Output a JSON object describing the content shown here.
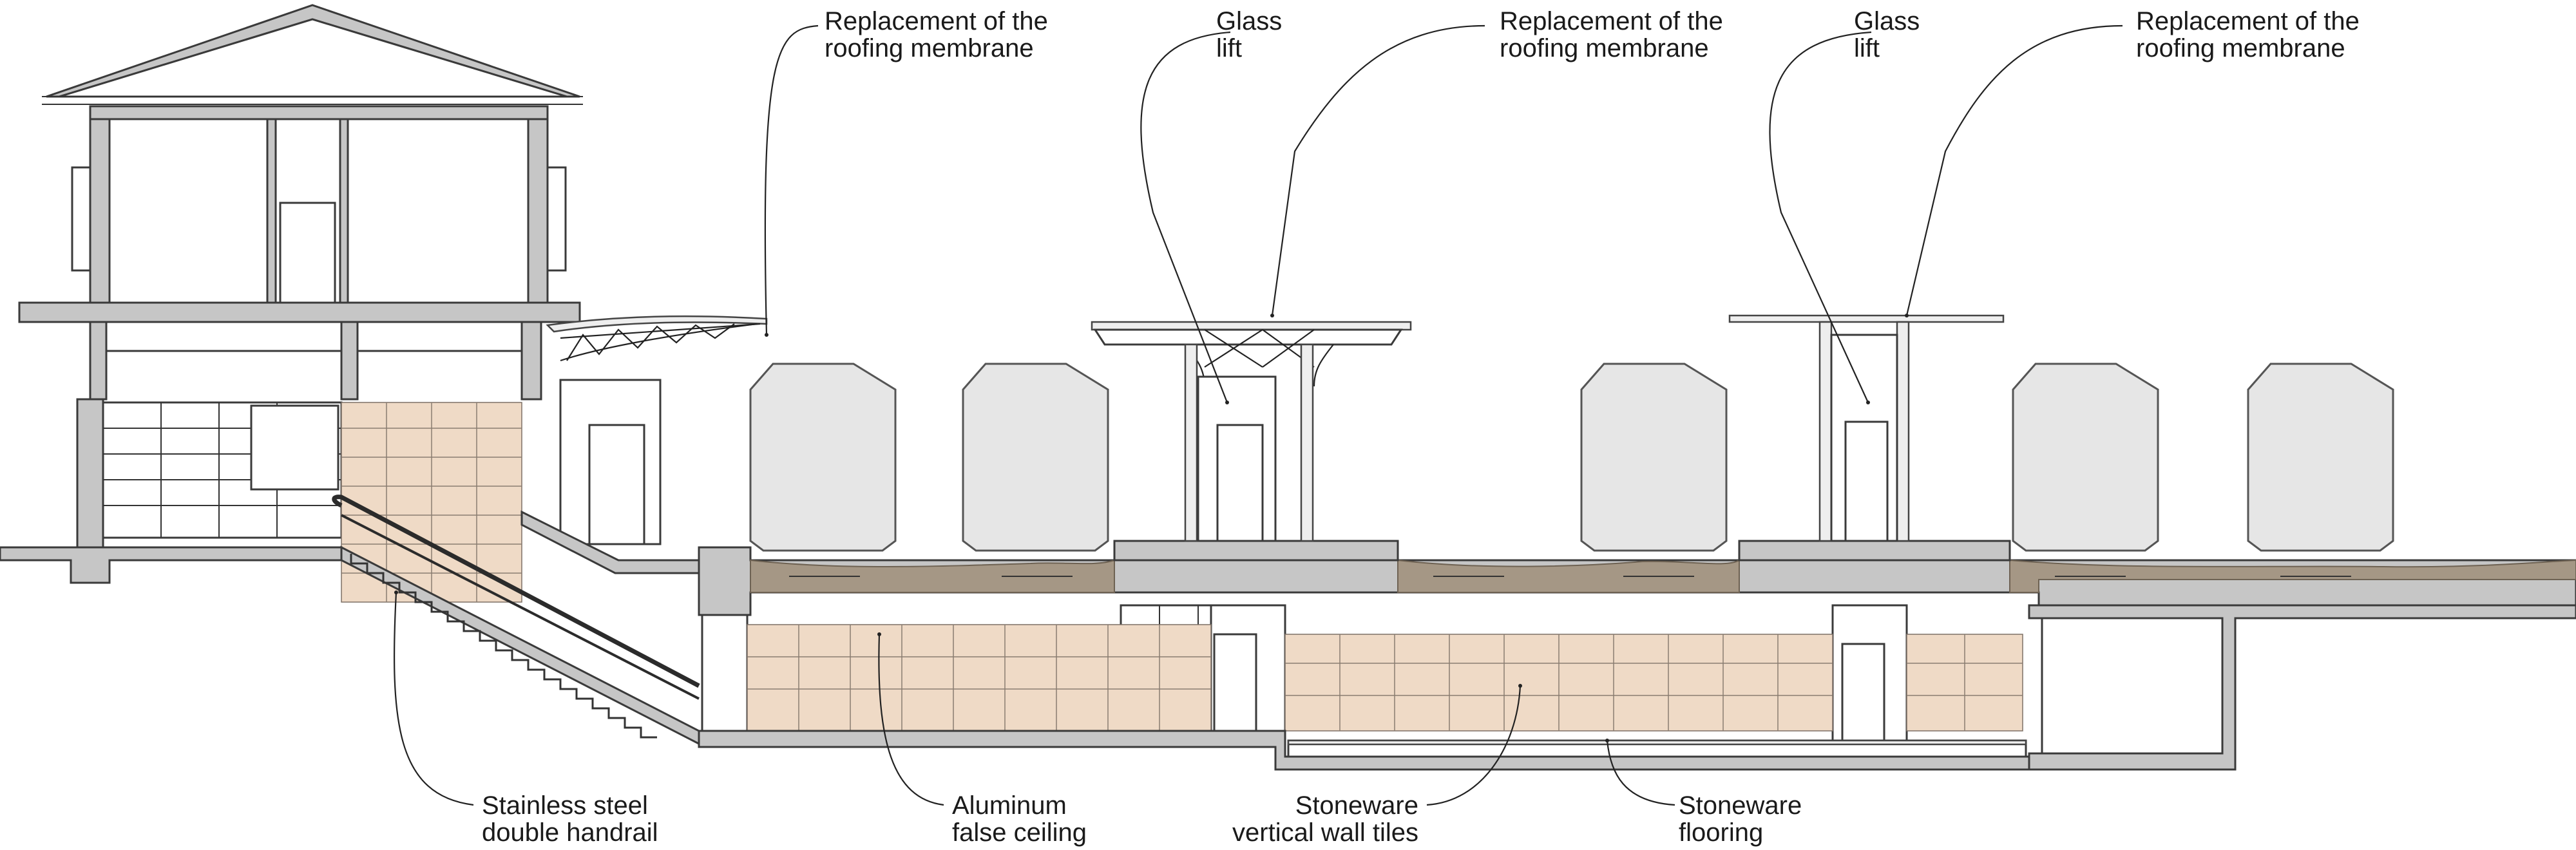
{
  "labels": {
    "roof_membrane_1": [
      "Replacement of the",
      "roofing membrane"
    ],
    "glass_lift_1": [
      "Glass",
      "lift"
    ],
    "roof_membrane_2": [
      "Replacement of the",
      "roofing membrane"
    ],
    "glass_lift_2": [
      "Glass",
      "lift"
    ],
    "roof_membrane_3": [
      "Replacement of the",
      "roofing membrane"
    ],
    "handrail": [
      "Stainless steel",
      "double handrail"
    ],
    "false_ceiling": [
      "Aluminum",
      "false ceiling"
    ],
    "wall_tiles": [
      "Stoneware",
      "vertical wall tiles"
    ],
    "flooring": [
      "Stoneware",
      "flooring"
    ]
  },
  "colors": {
    "concrete": "#c6c6c6",
    "tiles": "#efdac6",
    "soil": "#a59785",
    "train": "#e6e6e6",
    "line": "#3a3a3a"
  }
}
